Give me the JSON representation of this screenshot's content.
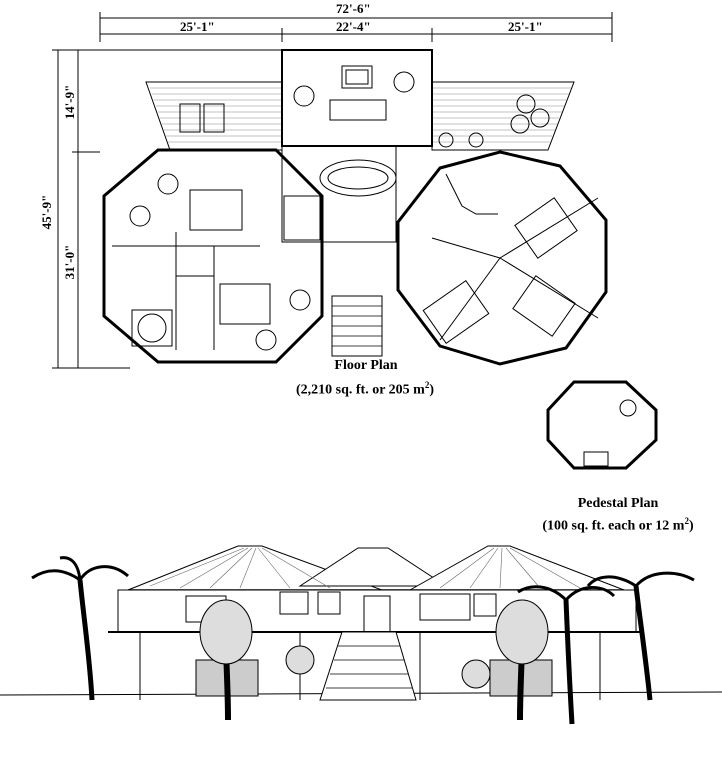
{
  "dimensions": {
    "overall_width": "72'-6\"",
    "left_wing_width": "25'-1\"",
    "center_width": "22'-4\"",
    "right_wing_width": "25'-1\"",
    "overall_depth": "45'-9\"",
    "porch_depth": "14'-9\"",
    "main_depth": "31'-0\""
  },
  "floor_plan": {
    "title": "Floor Plan",
    "area_prefix": "(2,210 sq. ft. or 205 m",
    "area_exp": "2",
    "area_suffix": ")"
  },
  "pedestal_plan": {
    "title": "Pedestal Plan",
    "area_prefix": "(100 sq. ft. each or 12 m",
    "area_exp": "2",
    "area_suffix": ")"
  }
}
